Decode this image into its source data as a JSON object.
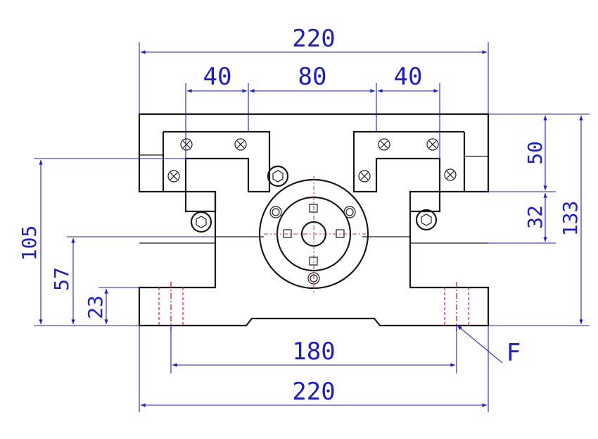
{
  "drawing": {
    "dimensions": {
      "overall_width_top": "220",
      "slot_left": "40",
      "slot_center": "80",
      "slot_right": "40",
      "height_upper": "50",
      "height_step": "32",
      "height_total_right": "133",
      "height_left": "105",
      "height_mid": "57",
      "height_base": "23",
      "hole_spacing": "180",
      "overall_width_bottom": "220"
    },
    "callout_label": "F",
    "colors": {
      "dimension": "#1b1bd6",
      "outline": "#1a1a1a",
      "centerline": "#e0282f",
      "hidden_line": "#e02aa8"
    }
  }
}
